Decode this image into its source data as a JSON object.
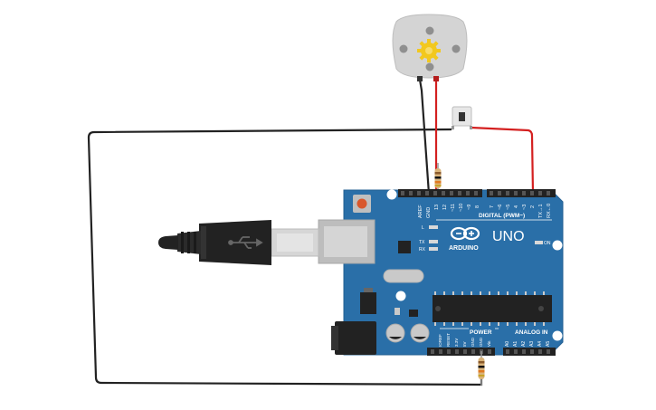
{
  "canvas": {
    "background": "#ffffff"
  },
  "board": {
    "name": "UNO",
    "brand": "ARDUINO",
    "digital_label": "DIGITAL (PWM~)",
    "analog_label": "ANALOG IN",
    "power_label": "POWER",
    "on_label": "ON",
    "led_labels": {
      "l": "L",
      "tx": "TX",
      "rx": "RX"
    },
    "digital_pins": [
      "AREF",
      "GND",
      "13",
      "12",
      "~11",
      "~10",
      "~9",
      "8",
      "7",
      "~6",
      "~5",
      "4",
      "~3",
      "2",
      "TX→1",
      "RX←0"
    ],
    "power_pins": [
      "IOREF",
      "RESET",
      "3.3V",
      "5V",
      "GND",
      "GND",
      "Vin"
    ],
    "analog_pins": [
      "A0",
      "A1",
      "A2",
      "A3",
      "A4",
      "A5"
    ],
    "color": "#2a6fa8"
  },
  "components": {
    "motor": "dc-motor",
    "pushbutton": "pushbutton",
    "resistor_top": "resistor",
    "resistor_bottom": "resistor",
    "usb": "usb-cable"
  },
  "wires": {
    "black": "#222222",
    "red": "#d42020"
  }
}
